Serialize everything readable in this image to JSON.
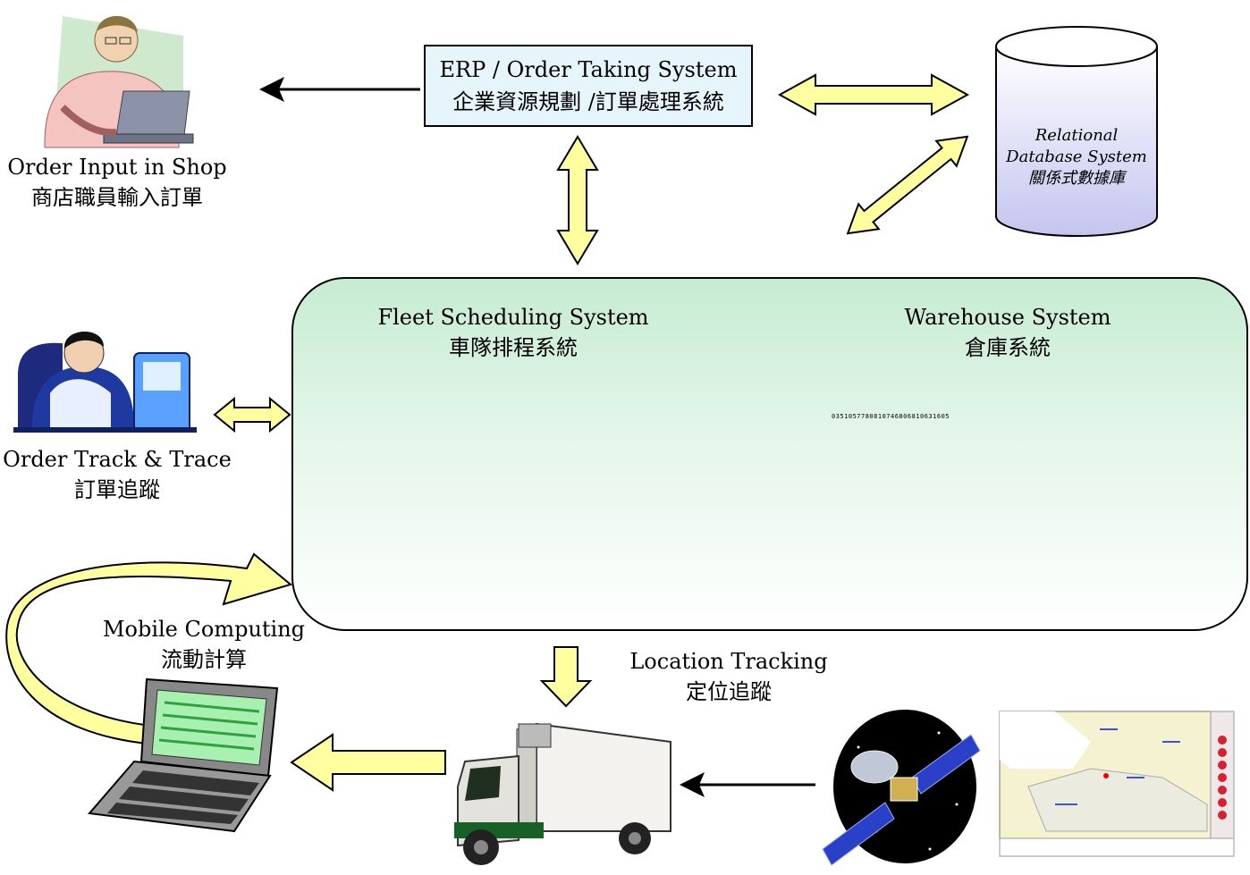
{
  "erp": {
    "line1": "ERP / Order Taking System",
    "line2": "企業資源規劃 /訂單處理系統"
  },
  "database": {
    "line1": "Relational",
    "line2": "Database System",
    "line3": "關係式數據庫"
  },
  "shop": {
    "line1": "Order Input in Shop",
    "line2": "商店職員輸入訂單"
  },
  "track": {
    "line1": "Order Track & Trace",
    "line2": "訂單追蹤"
  },
  "fleet": {
    "line1": "Fleet Scheduling System",
    "line2": "車隊排程系統"
  },
  "warehouse": {
    "line1": "Warehouse System",
    "line2": "倉庫系統",
    "barcode_digits": "0351057780810746806810631605"
  },
  "mobile": {
    "line1": "Mobile Computing",
    "line2": "流動計算"
  },
  "location": {
    "line1": "Location Tracking",
    "line2": "定位追蹤"
  },
  "colors": {
    "arrow_fill": "#ffffa0",
    "panel_top": "#c6ecd2",
    "erp_fill": "#e6f4fc",
    "db_fill": "#d8d8f4"
  }
}
